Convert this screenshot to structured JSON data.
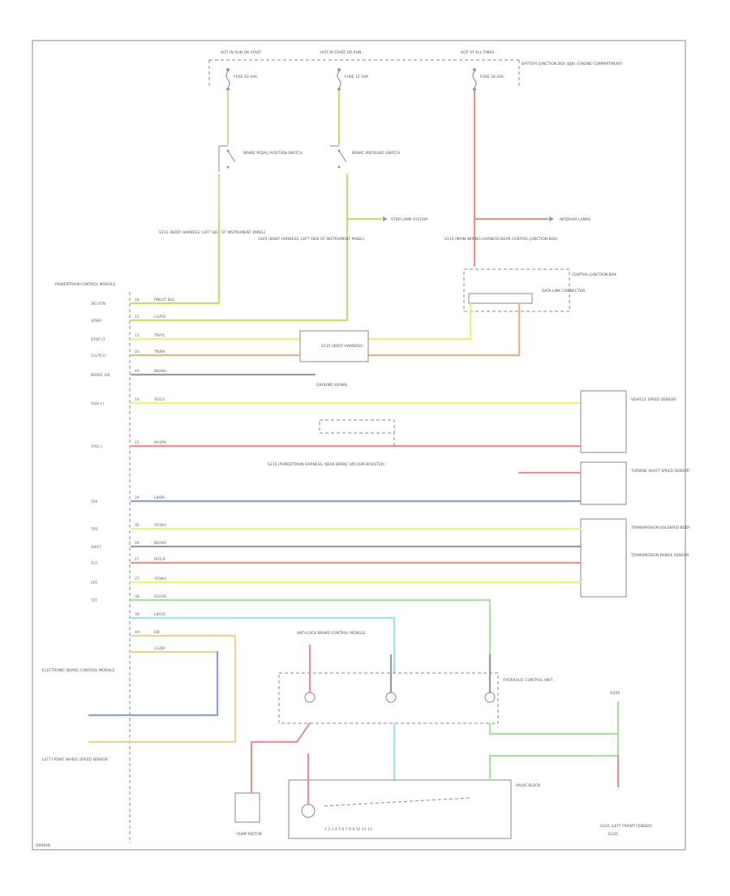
{
  "colors": {
    "background": "#ffffff",
    "frame": "#888888",
    "tan": "#e3d49a",
    "yellow": "#f2f078",
    "yellow_green": "#cfd86a",
    "orange": "#f2b27a",
    "red": "#ee8e8e",
    "pink": "#f3b0b0",
    "blue": "#8e9af0",
    "light_blue": "#9ae4ee",
    "green": "#a8e0a0",
    "gray": "#9a9a9a"
  },
  "page": {
    "corner_code": "D9994B"
  },
  "labels": {
    "fuse_a_header": "HOT IN RUN OR START",
    "fuse_b_header": "HOT IN START OR RUN",
    "fuse_c_header": "HOT AT ALL TIMES",
    "fuse_a_id": "FUSE 20 10A",
    "fuse_b_id": "FUSE 12 10A",
    "fuse_c_id": "FUSE 30 20A",
    "fuse_c_panel_note": "BATTERY JUNCTION BOX (BJB) (ENGINE COMPARTMENT)",
    "brake_switch_a": "BRAKE PEDAL POSITION SWITCH",
    "brake_switch_b": "BRAKE PRESSURE SWITCH",
    "splice_a_note": "S133 (BODY HARNESS, LEFT SIDE OF INSTRUMENT PANEL)",
    "splice_b_note": "S105 (BODY HARNESS, LEFT SIDE OF INSTRUMENT PANEL)",
    "to_other_systems_b": "STOP LAMP SYSTEM",
    "splice_c_note": "S110 (MAIN WIRING HARNESS NEAR CENTRAL JUNCTION BOX)",
    "to_other_systems_c": "INTERIOR LAMPS",
    "fuse_box_central": "CENTRAL JUNCTION BOX",
    "data_link": "DATA LINK CONNECTOR",
    "pcm_header": "POWERTRAIN CONTROL MODULE",
    "splice_d_note": "S115 (BODY HARNESS)",
    "ground_ref_note": "GROUND SIGNAL",
    "vehicle_speed_sensor": "VEHICLE SPEED SENSOR",
    "splice_e_note": "S215 (POWERTRAIN HARNESS, NEAR BRAKE VACUUM BOOSTER)",
    "ts_sensor": "TRANSMISSION RANGE SENSOR",
    "turbine_sensor": "TURBINE SHAFT SPEED SENSOR",
    "trans_solenoids": "TRANSMISSION SOLENOID BODY",
    "abs_module_note": "ANTI-LOCK BRAKE CONTROL MODULE",
    "hcu_label": "HYDRAULIC CONTROL UNIT",
    "abs_ground": "G100",
    "pump_motor": "PUMP MOTOR",
    "valve_block": "VALVE BLOCK",
    "ebcm": "ELECTRONIC BRAKE CONTROL MODULE",
    "lf_sensor": "LEFT FRONT WHEEL SPEED SENSOR",
    "ground_block": "G101 (LEFT FRONT FENDER)",
    "ground_block_sub": "G101"
  },
  "pcm_pins": [
    "SIG RTN",
    "VPWR",
    "STOP LT",
    "CLUTCH",
    "BRAKE SW",
    "VSS(+)",
    "VSS(-)",
    "TSS",
    "TRS",
    "SHIFT",
    "TCC",
    "EPC",
    "TFT"
  ],
  "wire_tags": {
    "w1": "PNK/LT BLU",
    "w2": "LG/RD",
    "w3": "TN/YE",
    "w4": "TN/BK",
    "w5": "BK/WH",
    "w6": "YE/LG",
    "w7": "WH/PK",
    "w8": "LB/BK",
    "w9": "YE/WH",
    "w10": "BK/WH",
    "w11": "RD/LB",
    "w12": "YE/WH",
    "w13": "DG/OG",
    "w14": "LB/OG",
    "w15": "DB",
    "w16": "LG/BK"
  },
  "pin_nums": [
    "16",
    "21",
    "13",
    "20",
    "49",
    "14",
    "15",
    "24",
    "35",
    "26",
    "27",
    "37",
    "38",
    "39",
    "49"
  ],
  "abs_pins": "1 2 3 4 5 6 7 8 9 10 11 12"
}
